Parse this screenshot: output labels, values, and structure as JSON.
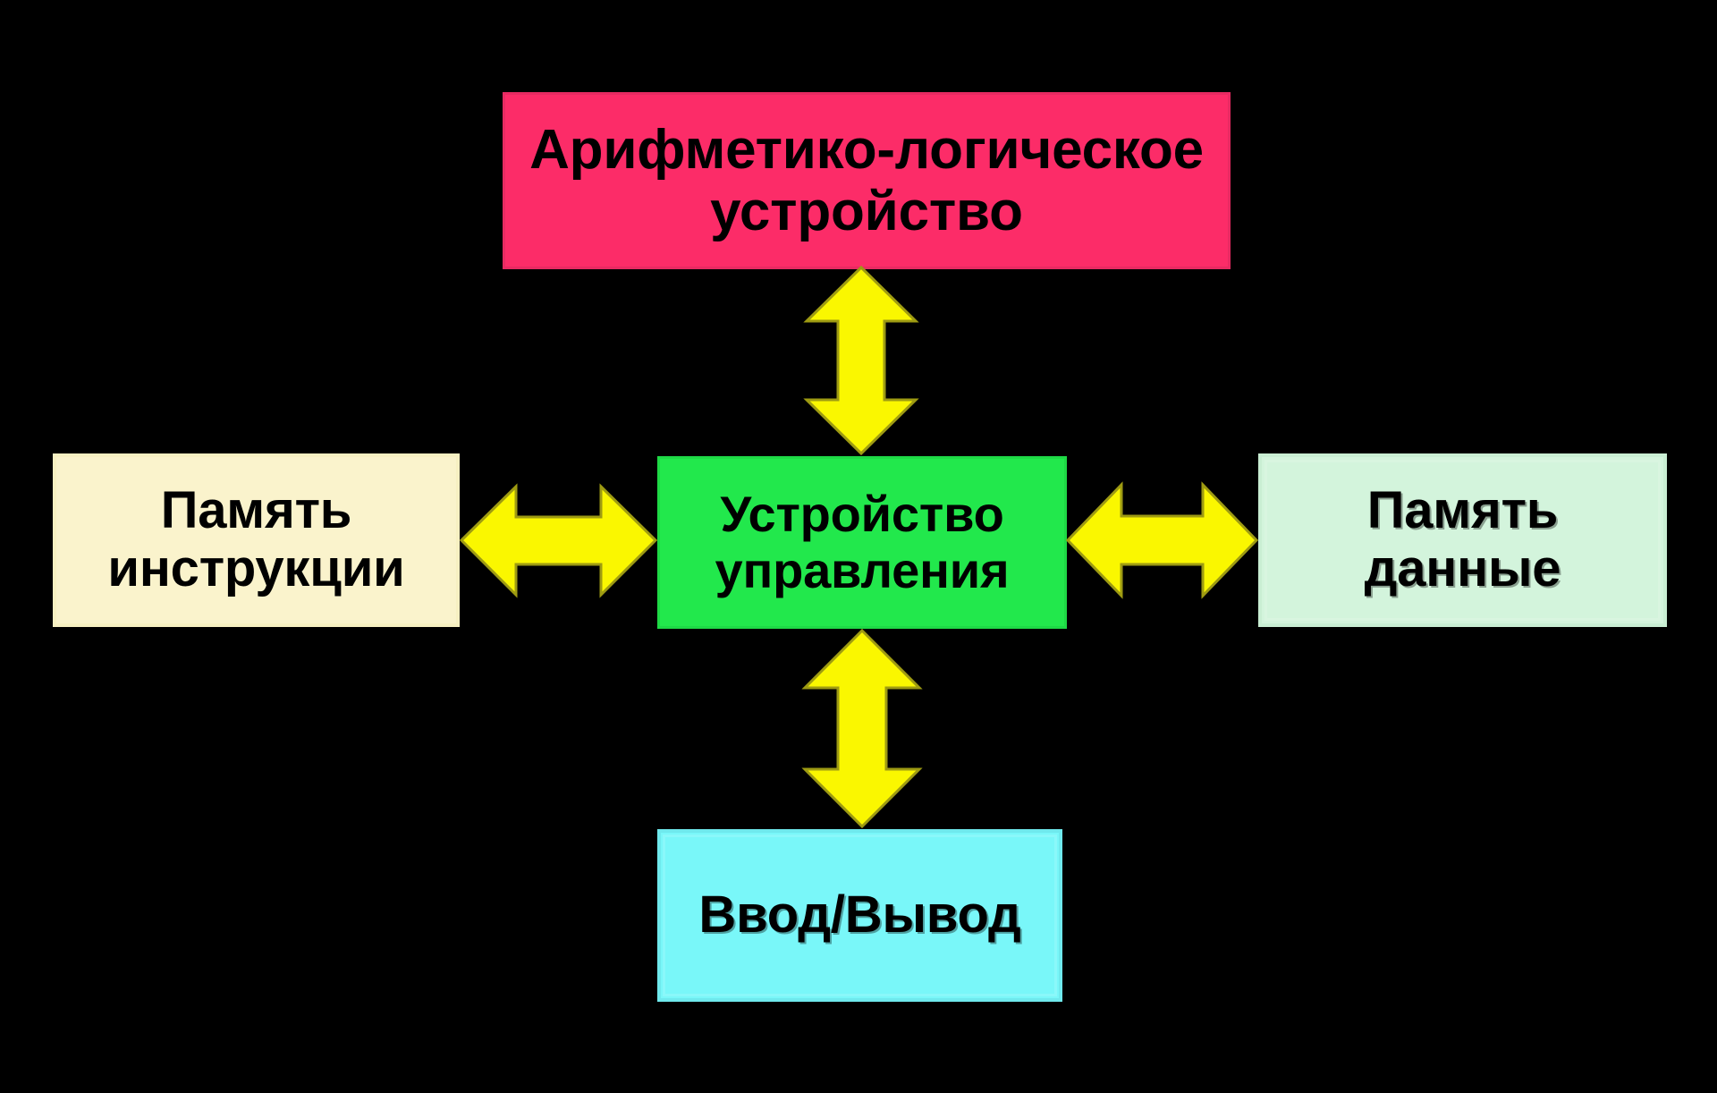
{
  "diagram": {
    "title": "Harvard architecture block diagram",
    "background_color": "#000000",
    "nodes": [
      {
        "id": "alu",
        "label": "Арифметико-логическое\nустройство",
        "color": "#FC2C68",
        "position": "top"
      },
      {
        "id": "instruction-memory",
        "label": "Память\nинструкции",
        "color": "#FAF3CC",
        "position": "left"
      },
      {
        "id": "control-unit",
        "label": "Устройство\nуправления",
        "color": "#22E84C",
        "position": "center"
      },
      {
        "id": "data-memory",
        "label": "Память\nданные",
        "color": "#D3F4DC",
        "position": "right"
      },
      {
        "id": "io",
        "label": "Ввод/Вывод",
        "color": "#79F7F9",
        "position": "bottom"
      }
    ],
    "connectors": [
      {
        "id": "alu-control",
        "from": "alu",
        "to": "control-unit",
        "icon": "double-arrow-vertical-icon",
        "color": "#FAF700",
        "outline_color": "#9E9B12"
      },
      {
        "id": "instruction-control",
        "from": "instruction-memory",
        "to": "control-unit",
        "icon": "double-arrow-horizontal-icon",
        "color": "#FAF700",
        "outline_color": "#9E9B12"
      },
      {
        "id": "control-data",
        "from": "control-unit",
        "to": "data-memory",
        "icon": "double-arrow-horizontal-icon",
        "color": "#FAF700",
        "outline_color": "#9E9B12"
      },
      {
        "id": "control-io",
        "from": "control-unit",
        "to": "io",
        "icon": "double-arrow-vertical-icon",
        "color": "#FAF700",
        "outline_color": "#9E9B12"
      }
    ]
  }
}
